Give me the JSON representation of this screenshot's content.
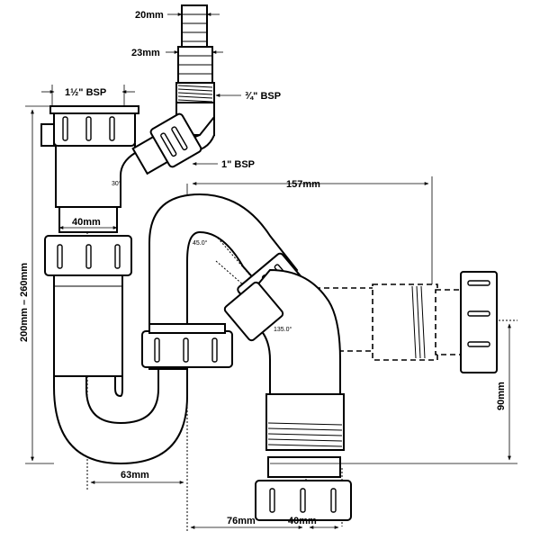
{
  "labels": {
    "d20mm": "20mm",
    "d23mm": "23mm",
    "bsp_1_5": "1½\" BSP",
    "bsp_3_4": "¾\" BSP",
    "bsp_1": "1\" BSP",
    "d157mm": "157mm",
    "angle_30": "30°",
    "d40mm_top": "40mm",
    "angle_45": "45.0°",
    "angle_135": "135.0°",
    "height_range": "200mm – 260mm",
    "d90mm": "90mm",
    "d63mm": "63mm",
    "d76mm": "76mm",
    "d40mm_bottom": "40mm"
  }
}
